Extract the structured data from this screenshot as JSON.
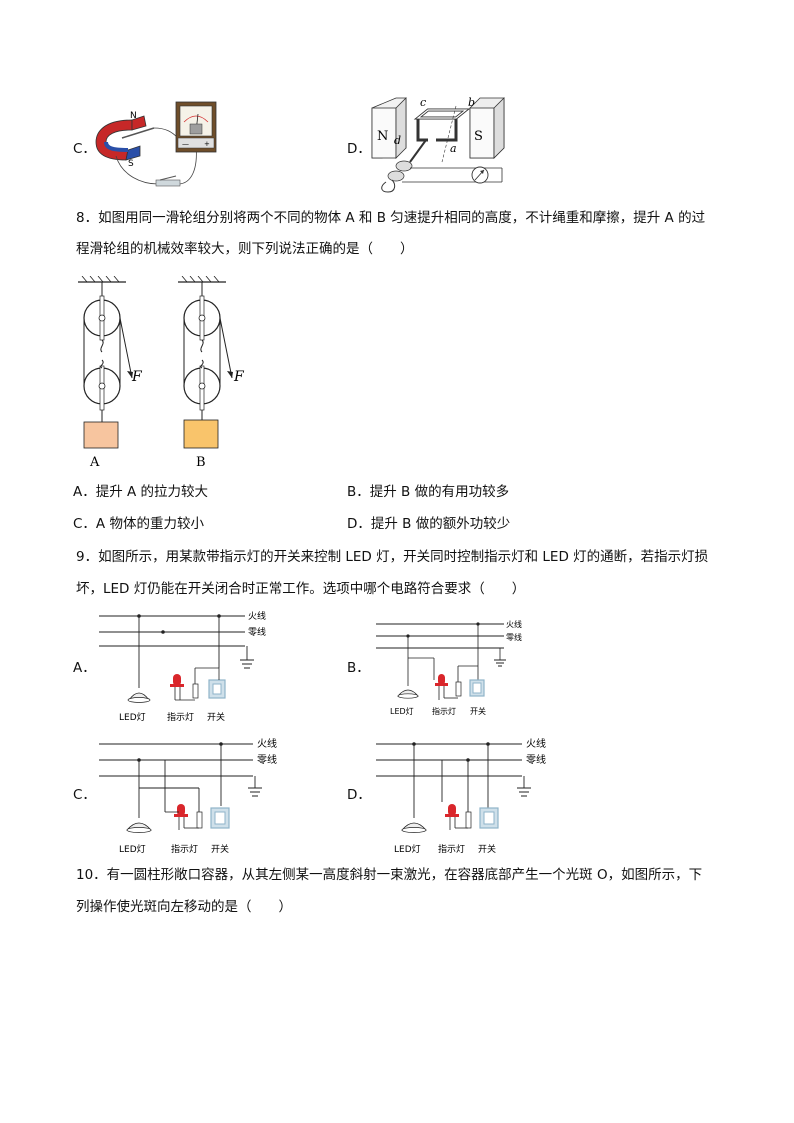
{
  "q7": {
    "opt_c_label": "C．",
    "opt_d_label": "D．",
    "fig_c": {
      "n": "N",
      "s": "S"
    },
    "fig_d": {
      "n": "N",
      "s": "S",
      "a": "a",
      "b": "b",
      "c": "c",
      "d": "d"
    }
  },
  "q8": {
    "line1": "8．如图用同一滑轮组分别将两个不同的物体 A 和 B 匀速提升相同的高度，不计绳重和摩擦，提升 A 的过",
    "line2": "程滑轮组的机械效率较大，则下列说法正确的是（　　）",
    "fig": {
      "force": "F",
      "a": "A",
      "b": "B"
    },
    "options": {
      "a": "A．提升 A 的拉力较大",
      "b": "B．提升 B 做的有用功较多",
      "c": "C．A 物体的重力较小",
      "d": "D．提升 B 做的额外功较少"
    },
    "colors": {
      "box_a": "#f7c59f",
      "box_b": "#f9c46b"
    }
  },
  "q9": {
    "line1": "9．如图所示，用某款带指示灯的开关来控制 LED 灯，开关同时控制指示灯和 LED 灯的通断，若指示灯损",
    "line2": "坏，LED 灯仍能在开关闭合时正常工作。选项中哪个电路符合要求（　　）",
    "labels": {
      "a": "A．",
      "b": "B．",
      "c": "C．",
      "d": "D．"
    },
    "circuit": {
      "live": "火线",
      "neutral": "零线",
      "led": "LED灯",
      "indicator": "指示灯",
      "switch": "开关"
    },
    "colors": {
      "indicator": "#d9262b",
      "switch": "#8fb3c9"
    }
  },
  "q10": {
    "line1": "10．有一圆柱形敞口容器，从其左侧某一高度斜射一束激光，在容器底部产生一个光斑 O，如图所示，下",
    "line2": "列操作使光斑向左移动的是（　　）"
  }
}
